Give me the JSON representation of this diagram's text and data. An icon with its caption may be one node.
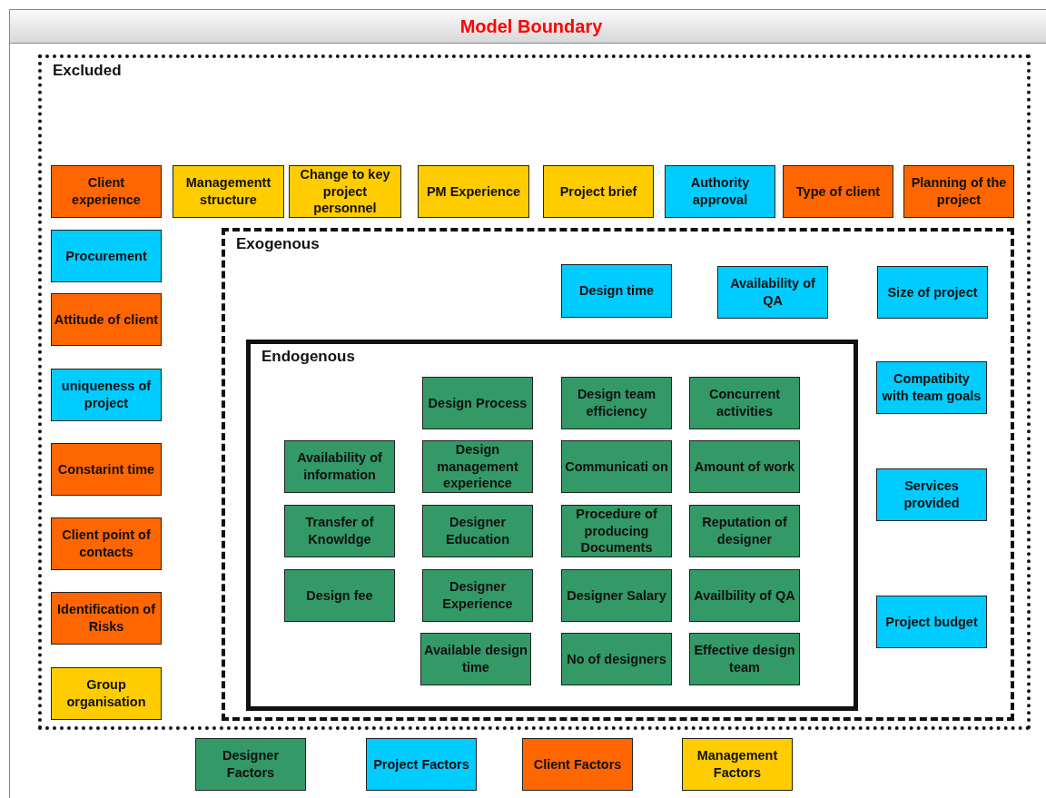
{
  "diagram": {
    "title": "Model Boundary",
    "nodes": [
      {
        "text": [
          "Excluded"
        ]
      },
      {
        "text": [
          "Client experience"
        ],
        "in": 0
      },
      {
        "text": [
          "Managementt structure"
        ],
        "in": 0
      },
      {
        "text": [
          "Change to key project personnel"
        ],
        "in": 0
      },
      {
        "text": [
          "PM Experience"
        ],
        "in": 0
      },
      {
        "text": [
          "Project brief"
        ],
        "in": 0
      },
      {
        "text": [
          "Authority approval"
        ],
        "in": 0
      },
      {
        "text": [
          "Type of client"
        ],
        "in": 0
      },
      {
        "text": [
          "Planning of the project"
        ],
        "in": 0
      },
      {
        "text": [
          "Procurement"
        ],
        "in": 0
      },
      {
        "text": [
          "Attitude of client"
        ],
        "in": 0
      },
      {
        "text": [
          "uniqueness of project"
        ],
        "in": 0
      },
      {
        "text": [
          "Constarint time"
        ],
        "in": 0
      },
      {
        "text": [
          "Client point of contacts"
        ],
        "in": 0
      },
      {
        "text": [
          "Identification of Risks"
        ],
        "in": 0
      },
      {
        "text": [
          "Group organisation"
        ],
        "in": 0
      },
      {
        "text": [
          "Exogenous"
        ],
        "in": 0
      },
      {
        "text": [
          "Design time"
        ],
        "in": 16
      },
      {
        "text": [
          "Availability of QA"
        ],
        "in": 16
      },
      {
        "text": [
          "Size of project"
        ],
        "in": 16
      },
      {
        "text": [
          "Compatibity with team goals"
        ],
        "in": 16
      },
      {
        "text": [
          "Services provided"
        ],
        "in": 16
      },
      {
        "text": [
          "Project budget"
        ],
        "in": 16
      },
      {
        "text": [
          "Endogenous"
        ],
        "in": 16
      },
      {
        "text": [
          "Design Process"
        ],
        "in": 23
      },
      {
        "text": [
          "Design team efficiency"
        ],
        "in": 23
      },
      {
        "text": [
          "Concurrent activities"
        ],
        "in": 23
      },
      {
        "text": [
          "Availability of information"
        ],
        "in": 23
      },
      {
        "text": [
          "Design management experience"
        ],
        "in": 23
      },
      {
        "text": [
          "Communicati on"
        ],
        "in": 23
      },
      {
        "text": [
          "Amount of work"
        ],
        "in": 23
      },
      {
        "text": [
          "Transfer of Knowldge"
        ],
        "in": 23
      },
      {
        "text": [
          "Designer Education"
        ],
        "in": 23
      },
      {
        "text": [
          "Procedure of producing Documents"
        ],
        "in": 23
      },
      {
        "text": [
          "Reputation of designer"
        ],
        "in": 23
      },
      {
        "text": [
          "Design fee"
        ],
        "in": 23
      },
      {
        "text": [
          "Designer Experience"
        ],
        "in": 23
      },
      {
        "text": [
          "Designer Salary"
        ],
        "in": 23
      },
      {
        "text": [
          "Availbility of QA"
        ],
        "in": 23
      },
      {
        "text": [
          "Available design time"
        ],
        "in": 23
      },
      {
        "text": [
          "No of designers"
        ],
        "in": 23
      },
      {
        "text": [
          "Effective design team"
        ],
        "in": 23
      }
    ],
    "legend": [
      {
        "text": "Designer Factors",
        "color": "#339966"
      },
      {
        "text": "Project Factors",
        "color": "#00ccff"
      },
      {
        "text": "Client Factors",
        "color": "#ff6600"
      },
      {
        "text": "Management Factors",
        "color": "#ffcc00"
      }
    ]
  }
}
